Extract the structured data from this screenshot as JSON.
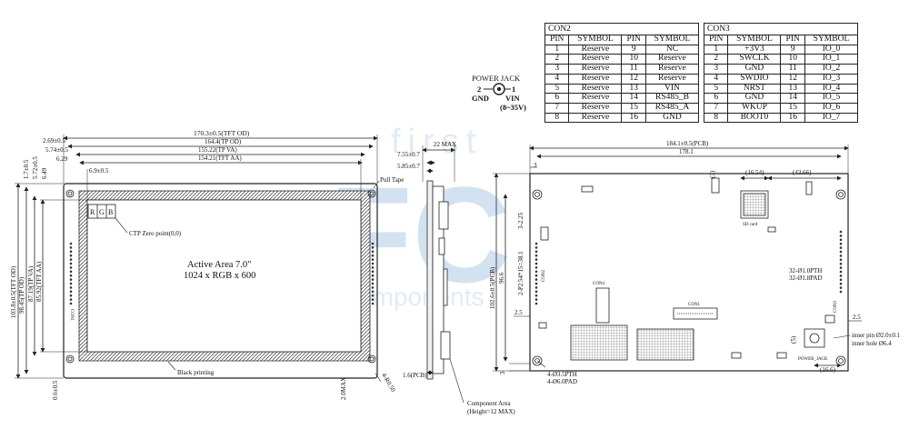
{
  "con2": {
    "title": "CON2",
    "headers": [
      "PIN",
      "SYMBOL",
      "PIN",
      "SYMBOL"
    ],
    "rows": [
      [
        "1",
        "Reserve",
        "9",
        "NC"
      ],
      [
        "2",
        "Reserve",
        "10",
        "Reserve"
      ],
      [
        "3",
        "Reserve",
        "11",
        "Reserve"
      ],
      [
        "4",
        "Reserve",
        "12",
        "Reserve"
      ],
      [
        "5",
        "Reserve",
        "13",
        "VIN"
      ],
      [
        "6",
        "Reserve",
        "14",
        "RS485_B"
      ],
      [
        "7",
        "Reserve",
        "15",
        "RS485_A"
      ],
      [
        "8",
        "Reserve",
        "16",
        "GND"
      ]
    ]
  },
  "con3": {
    "title": "CON3",
    "headers": [
      "PIN",
      "SYMBOL",
      "PIN",
      "SYMBOL"
    ],
    "rows": [
      [
        "1",
        "+3V3",
        "9",
        "IO_0"
      ],
      [
        "2",
        "SWCLK",
        "10",
        "IO_1"
      ],
      [
        "3",
        "GND",
        "11",
        "IO_2"
      ],
      [
        "4",
        "SWDIO",
        "12",
        "IO_3"
      ],
      [
        "5",
        "NRST",
        "13",
        "IO_4"
      ],
      [
        "6",
        "GND",
        "14",
        "IO_5"
      ],
      [
        "7",
        "WKUP",
        "15",
        "IO_6"
      ],
      [
        "8",
        "BOOT0",
        "16",
        "IO_7"
      ]
    ]
  },
  "power_jack": {
    "title": "POWER JACK",
    "pin2": "2",
    "pin1": "1",
    "gnd": "GND",
    "vin": "VIN",
    "range": "(8~35V)"
  },
  "front": {
    "dim_tft_od": "170.3±0.5(TFT OD)",
    "dim_tp_od": "164.4(TP OD)",
    "dim_tp_va": "155.22(TP VA)",
    "dim_tft_aa": "154.21(TFT AA)",
    "dim_269": "2.69±0.5",
    "dim_574": "5.74±0.5",
    "dim_629": "6.29",
    "dim_69": "6.9±0.5",
    "dim_17": "1.7±0.5",
    "dim_572": "5.72±0.5",
    "dim_649": "6.49",
    "dim_h_tft_od": "103.8±0.5(TFT OD)",
    "dim_h_tp_od": "98.45(TP OD)",
    "dim_h_tp_va": "87.19(TP VA)",
    "dim_h_tft_aa": "85.92(TFT AA)",
    "dim_06": "0.6±0.5",
    "dim_20max": "2.0MAX",
    "dim_r050": "4-R0.50",
    "active_area": "Active Area 7.0\"",
    "resolution": "1024 x RGB x 600",
    "rgb_r": "R",
    "rgb_g": "G",
    "rgb_b": "B",
    "ctp_zero": "CTP Zero point(0,0)",
    "black_printing": "Black printing",
    "pull_tape": "Pull Tape",
    "con_label": "CON1"
  },
  "side": {
    "dim_22max": "22 MAX",
    "dim_755": "7.55±0.7",
    "dim_585": "5.85±0.7",
    "dim_16pcb": "1.6(PCB)",
    "component_area": "Component Area",
    "component_height": "(Height=12 MAX)"
  },
  "back": {
    "dim_pcb_w": "184.1±0.5(PCB)",
    "dim_1781": "178.1",
    "dim_3_top": "3",
    "dim_3_small": "(3)",
    "dim_1654": "(16.54)",
    "dim_4366": "(43.66)",
    "dim_pcb_h": "102.6±0.5(PCB)",
    "dim_966": "96.6",
    "dim_pitch": "2-P2.54*15=38.1",
    "dim_3225": "3-2.25",
    "dim_25_left": "2.5",
    "dim_25_right": "2.5",
    "dim_3_bottom": "3",
    "holes_pth": "4-Ø3.5PTH",
    "holes_pad": "4-Ø6.0PAD",
    "pth_32": "32-Ø1.0PTH",
    "pad_32": "32-Ø1.8PAD",
    "inner_pin": "inner pin Ø2.0±0.1",
    "inner_hole": "inner hole Ø6.4",
    "dim_5": "(5)",
    "dim_166": "(16.6)",
    "con2_label": "CON2",
    "con3_label": "CON3",
    "con4_label": "CON4",
    "power_jack_label": "POWER_JACK",
    "sd_label": "SD card"
  },
  "watermark": {
    "top": "first",
    "logo": "FC",
    "bottom": "components"
  }
}
